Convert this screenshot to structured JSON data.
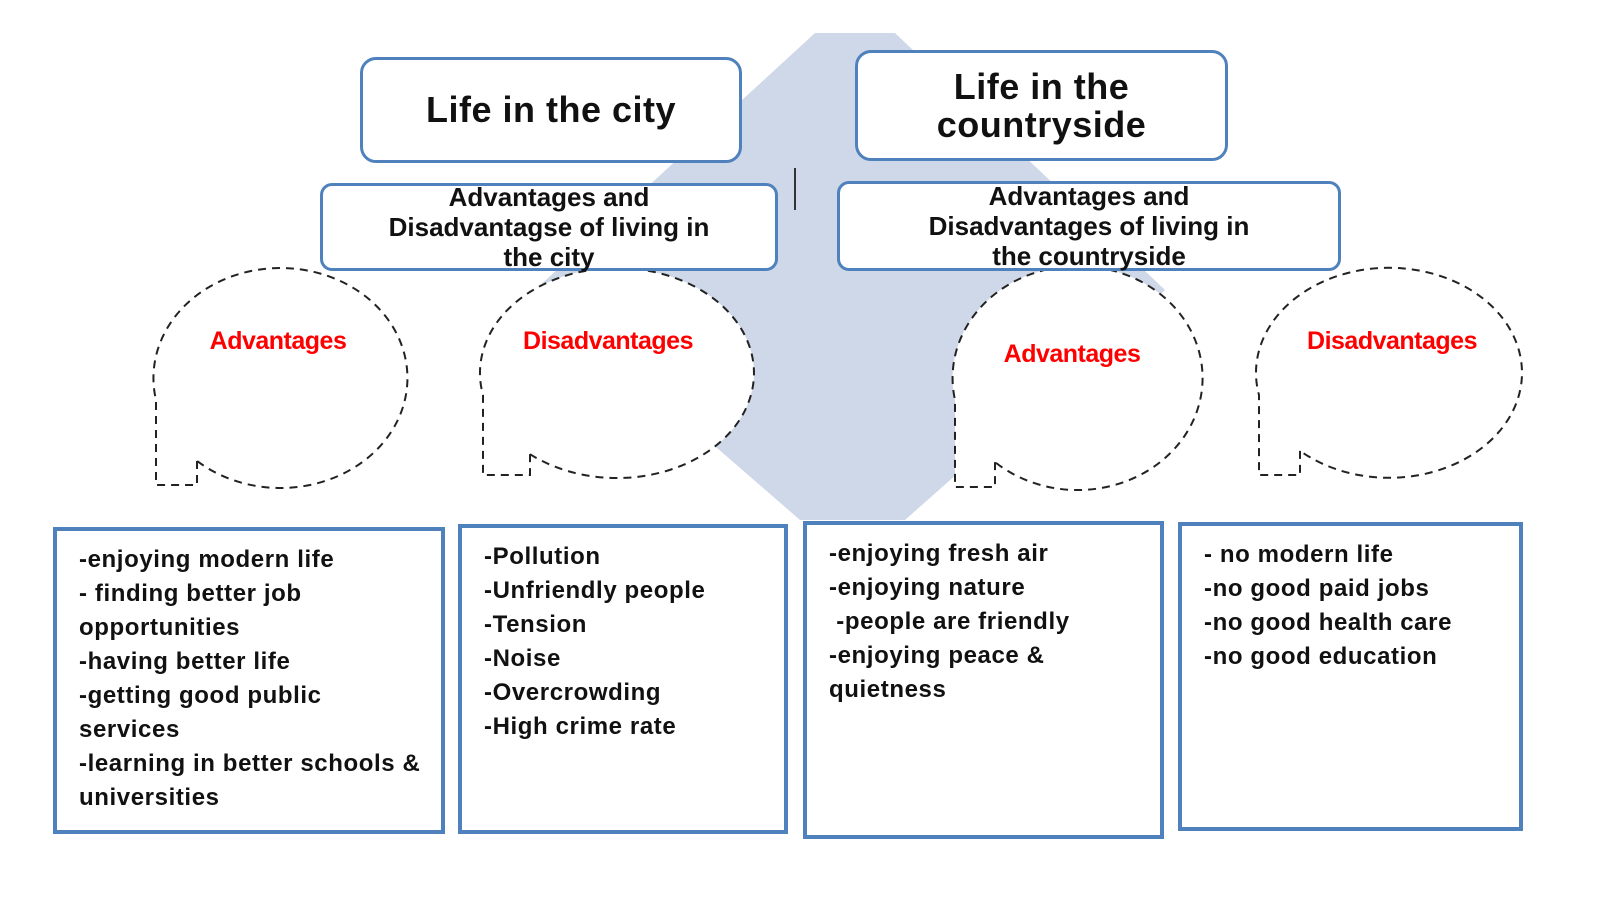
{
  "colors": {
    "border": "#4f81bd",
    "label": "#ff0000",
    "background_shape": "#cfd8e8"
  },
  "city": {
    "title": "Life in the city",
    "subtitle_lines": [
      "Advantages and",
      "Disadvantagse of living in",
      "the city"
    ],
    "advantages_label": "Advantages",
    "disadvantages_label": "Disadvantages",
    "advantages": [
      "-enjoying modern life",
      "- finding better job opportunities",
      "-having better life",
      "-getting good public services",
      "-learning in better schools & universities"
    ],
    "disadvantages": [
      "-Pollution",
      "-Unfriendly people",
      "-Tension",
      "-Noise",
      "-Overcrowding",
      "-High crime rate"
    ]
  },
  "countryside": {
    "title_lines": [
      "Life in the",
      "countryside"
    ],
    "subtitle_lines": [
      "Advantages and",
      "Disadvantages of living in",
      "the countryside"
    ],
    "advantages_label": "Advantages",
    "disadvantages_label": "Disadvantages",
    "advantages": [
      "-enjoying fresh air",
      "-enjoying nature",
      " -people are friendly",
      "-enjoying peace & quietness"
    ],
    "disadvantages": [
      "- no modern life",
      "-no good paid jobs",
      "-no good health care",
      "-no good education"
    ]
  }
}
